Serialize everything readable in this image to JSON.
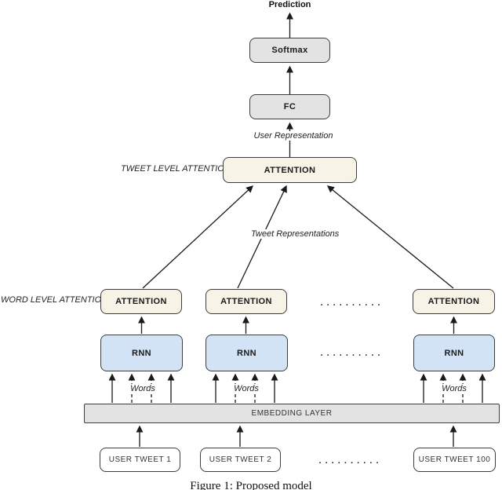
{
  "diagram": {
    "prediction_label": "Prediction",
    "softmax_label": "Softmax",
    "fc_label": "FC",
    "user_representation_label": "User Representation",
    "tweet_level_attention_label": "TWEET LEVEL ATTENTION",
    "tweet_attention_label": "ATTENTION",
    "tweet_representations_label": "Tweet Representations",
    "word_level_attention_label": "WORD LEVEL ATTENTION",
    "embedding_layer_label": "EMBEDDING LAYER",
    "dots": ". . . . . . . . . .",
    "columns": [
      {
        "attention_label": "ATTENTION",
        "rnn_label": "RNN",
        "words_label": "Words",
        "tweet_label": "USER TWEET 1"
      },
      {
        "attention_label": "ATTENTION",
        "rnn_label": "RNN",
        "words_label": "Words",
        "tweet_label": "USER TWEET 2"
      },
      {
        "attention_label": "ATTENTION",
        "rnn_label": "RNN",
        "words_label": "Words",
        "tweet_label": "USER TWEET 100"
      }
    ],
    "caption": "Figure 1: Proposed model",
    "colors": {
      "gray_box": "#e3e3e3",
      "cream_box": "#f7f3e6",
      "blue_box": "#d4e4f7",
      "white_box": "#ffffff",
      "border": "#3d3d3d",
      "arrow": "#1a1a1a"
    }
  }
}
